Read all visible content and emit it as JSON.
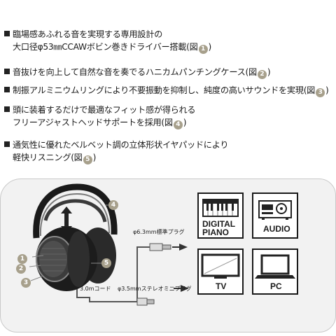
{
  "features": [
    {
      "line1": "臨場感あふれる音を実現する専用設計の",
      "line2": "大口径φ53㎜CCAWボビン巻きドライバー搭載(図",
      "num": "1",
      "tail": ")"
    },
    {
      "line1": "音抜けを向上して自然な音を奏でるハニカムパンチングケース(図",
      "num": "2",
      "tail": ")"
    },
    {
      "line1": "制振アルミニウムリングにより不要振動を抑制し、純度の高いサウンドを実現(図",
      "num": "3",
      "tail": ")"
    },
    {
      "line1": "頭に装着するだけで最適なフィット感が得られる",
      "line2": "フリーアジャストヘッドサポートを採用(図",
      "num": "4",
      "tail": ")"
    },
    {
      "line1": "通気性に優れたベルベット調の立体形状イヤパッドにより",
      "line2": "軽快リスニング(図",
      "num": "5",
      "tail": ")"
    }
  ],
  "diagram": {
    "plug_63": "φ6.3mm標準プラグ",
    "plug_35": "φ3.5mmステレオミニプラグ",
    "cord": "3.0mコード",
    "badges": [
      "1",
      "2",
      "3",
      "4",
      "5"
    ],
    "devices": {
      "digital_piano": [
        "DIGITAL",
        "PIANO"
      ],
      "audio": "AUDIO",
      "tv": "TV",
      "pc": "PC"
    }
  },
  "colors": {
    "accent": "#a7a08c",
    "panel": "#f2f2f2",
    "text": "#1a1a1a"
  }
}
